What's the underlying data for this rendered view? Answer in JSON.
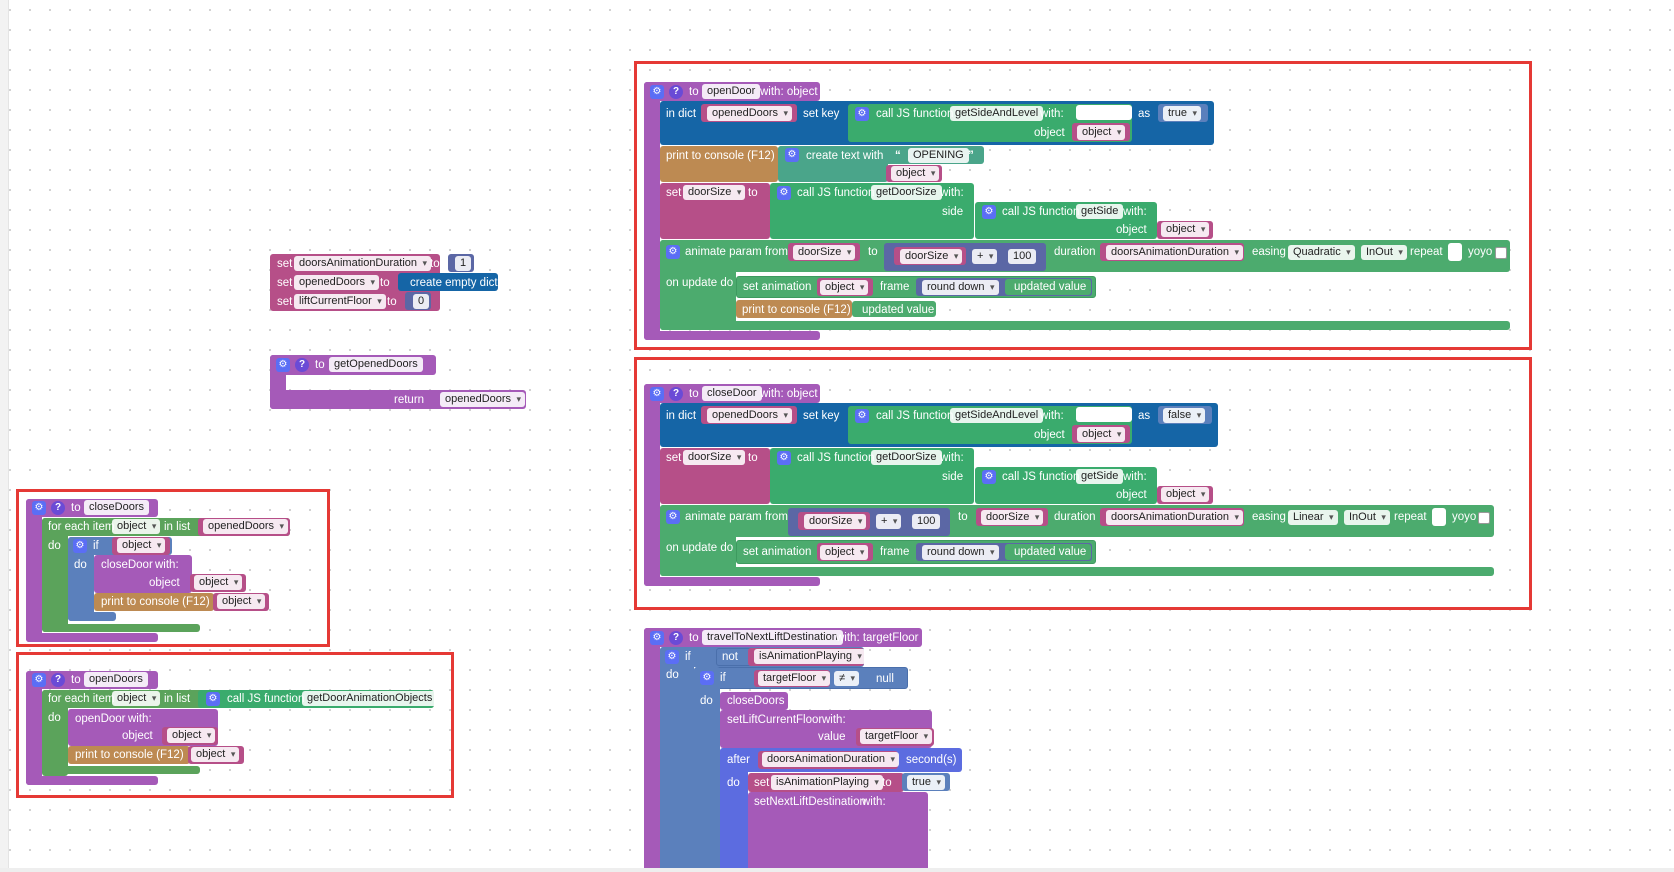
{
  "colors": {
    "procedure": "#a55ab8",
    "variable": "#b64f88",
    "variable_field": "#c05a9c",
    "dict": "#1565a6",
    "text": "#4aa58a",
    "js_call": "#3aab6d",
    "animation": "#4cab6e",
    "logic": "#5b80bc",
    "print": "#bd8a52",
    "math": "#5b67a5",
    "loop": "#5ba35b",
    "highlight": "#e53935"
  },
  "keywords": {
    "to": "to",
    "set": "set",
    "with_object": "with: object",
    "with": "with:",
    "in_dict": "in dict",
    "set_key": "set key",
    "call_js": "call JS function",
    "as": "as",
    "object": "object",
    "print": "print to console (F12)",
    "create_text": "create text with",
    "side": "side",
    "animate_from": "animate param from",
    "duration": "duration",
    "easing": "easing",
    "repeat": "repeat",
    "yoyo": "yoyo",
    "on_update": "on update do",
    "set_animation": "set animation",
    "frame": "frame",
    "updated_value": "updated value",
    "return": "return",
    "for_each": "for each item",
    "in_list": "in list",
    "do": "do",
    "if": "if",
    "not": "not",
    "value": "value",
    "after": "after",
    "seconds": "second(s)",
    "with_target": "with: targetFloor",
    "create_empty_dict": "create empty dict"
  },
  "vars": {
    "doorsAnimationDuration": "doorsAnimationDuration",
    "openedDoors": "openedDoors",
    "liftCurrentFloor": "liftCurrentFloor",
    "doorSize": "doorSize",
    "object": "object",
    "isAnimationPlaying": "isAnimationPlaying",
    "targetFloor": "targetFloor"
  },
  "funcs": {
    "openDoor": "openDoor",
    "closeDoor": "closeDoor",
    "getOpenedDoors": "getOpenedDoors",
    "closeDoors": "closeDoors",
    "openDoors": "openDoors",
    "travelToNextLiftDestination": "travelToNextLiftDestination",
    "getSideAndLevel": "getSideAndLevel",
    "getDoorSize": "getDoorSize",
    "getSide": "getSide",
    "getDoorAnimationObjects": "getDoorAnimationObjects",
    "setLiftCurrentFloor": "setLiftCurrentFloor",
    "setNextLiftDestination": "setNextLiftDestination"
  },
  "literals": {
    "one": "1",
    "zero": "0",
    "hundred": "100",
    "opening": "OPENING",
    "true": "true",
    "false": "false",
    "plus": "+",
    "neq": "≠",
    "null": "null",
    "quadratic": "Quadratic",
    "linear": "Linear",
    "inout": "InOut",
    "round_down": "round down"
  },
  "icons": [
    "gear-icon",
    "help-icon",
    "quote-open-icon",
    "quote-close-icon",
    "dropdown-arrow-icon"
  ]
}
